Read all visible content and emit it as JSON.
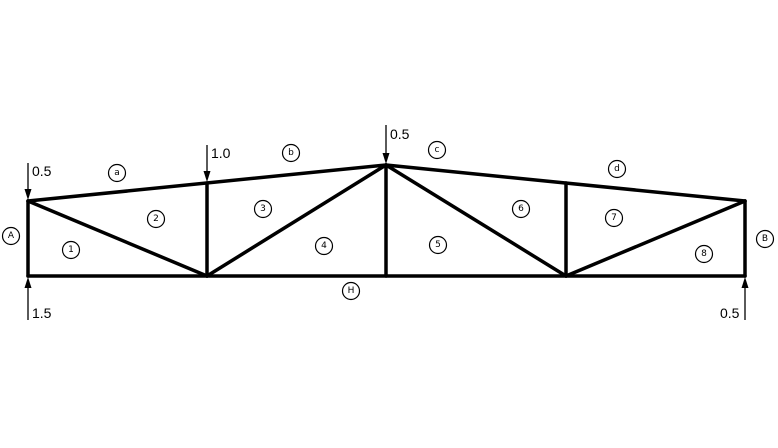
{
  "colors": {
    "background": "#ffffff",
    "ink": "#000000"
  },
  "loads": {
    "left_end": "0.5",
    "panel_point_1": "1.0",
    "apex": "0.5"
  },
  "reactions": {
    "left": "1.5",
    "right": "0.5"
  },
  "outer_spaces": {
    "a": "a",
    "b": "b",
    "c": "c",
    "d": "d",
    "A": "A",
    "B": "B",
    "H": "H"
  },
  "inner_spaces": {
    "s1": "1",
    "s2": "2",
    "s3": "3",
    "s4": "4",
    "s5": "5",
    "s6": "6",
    "s7": "7",
    "s8": "8"
  }
}
